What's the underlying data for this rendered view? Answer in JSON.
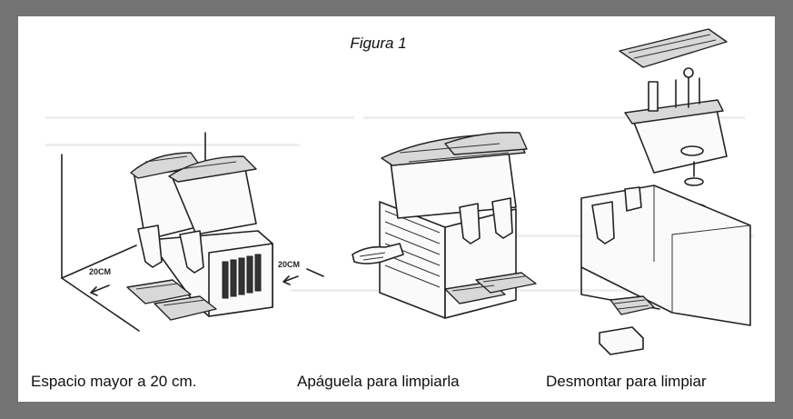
{
  "figure_title": "Figura 1",
  "panels": [
    {
      "caption": "Espacio mayor a 20 cm.",
      "labels": [
        "20CM",
        "20CM"
      ]
    },
    {
      "caption": "Apáguela para limpiarla"
    },
    {
      "caption": "Desmontar para limpiar"
    }
  ],
  "icons": [
    "dispenser-clearance-illustration",
    "dispenser-cleaning-illustration",
    "dispenser-disassembly-illustration"
  ]
}
